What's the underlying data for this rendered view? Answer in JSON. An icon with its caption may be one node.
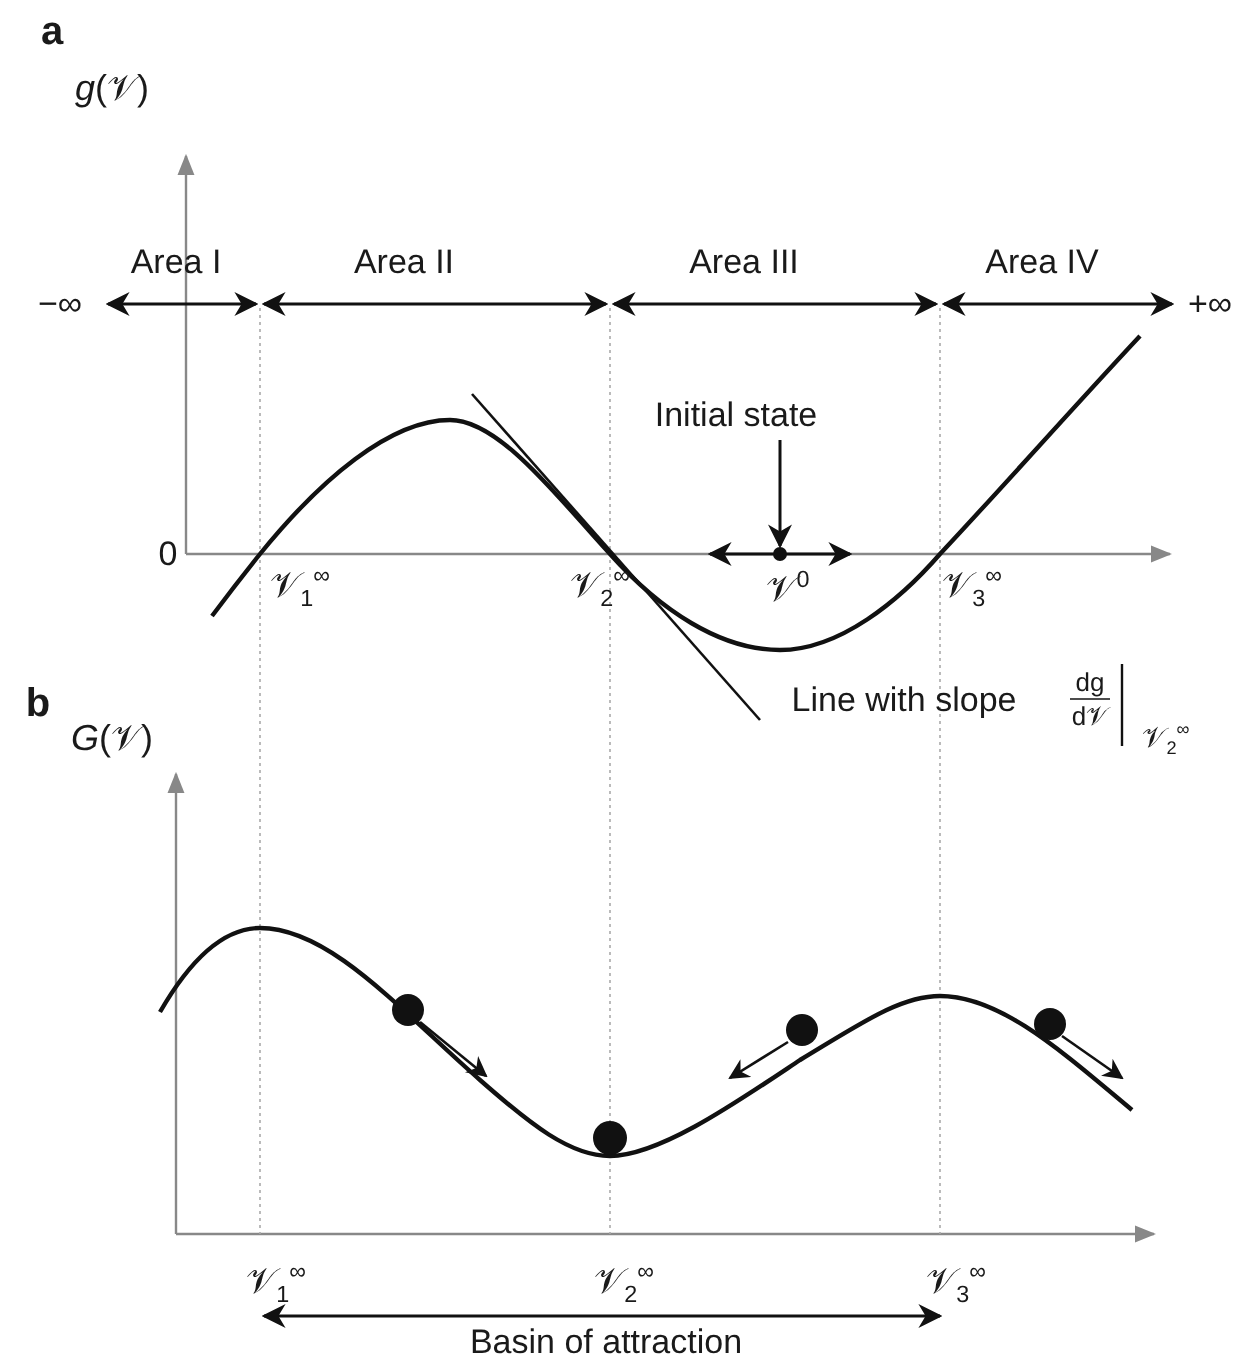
{
  "diagram": {
    "nodes": [
      {
        "text": [
          "Initial state"
        ]
      },
      {
        "text": [],
        "shape": "circle"
      }
    ],
    "edges": [
      {
        "from": 0,
        "to": 1,
        "arrow": "to"
      }
    ],
    "labels": [
      "a",
      "*g*(𝒱)",
      "Area I",
      "Area II",
      "Area III",
      "Area IV",
      "−∞",
      "+∞",
      "0",
      "𝒱$_{1}$$^{∞}$",
      "𝒱$_{2}$$^{∞}$",
      "𝒱$^{0}$",
      "𝒱$_{3}$$^{∞}$",
      "b",
      "Line with slope",
      "dg",
      "d𝒱",
      "*G*(𝒱)",
      "𝒱$_{2}$$^{∞}$",
      "𝒱$_{1}$$^{∞}$",
      "𝒱$_{2}$$^{∞}$",
      "𝒱$_{3}$$^{∞}$",
      "Basin of attraction"
    ]
  }
}
